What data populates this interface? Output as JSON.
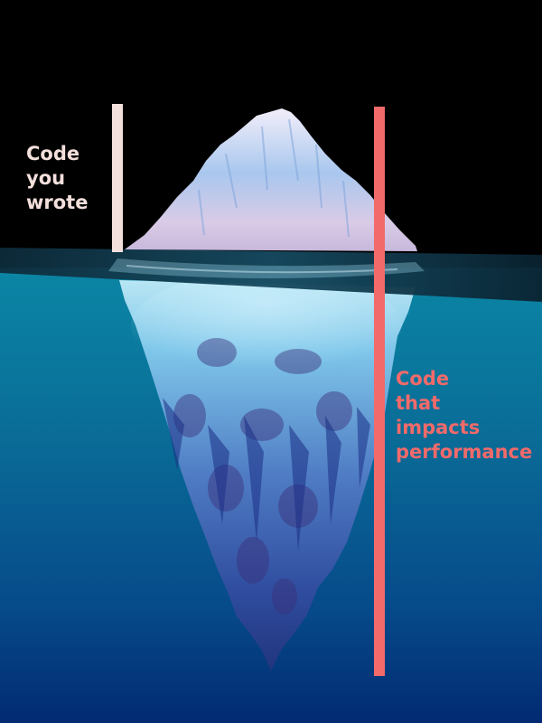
{
  "labels": {
    "above_water": [
      "Code",
      "you",
      "wrote"
    ],
    "below_water": [
      "Code",
      "that",
      "impacts",
      "performance"
    ]
  },
  "colors": {
    "sky": "#000000",
    "water_surface": "#0a7f9e",
    "water_deep": "#02307a",
    "above_water_marker": "#f3dfdb",
    "below_water_marker": "#f26a6a",
    "ice_light": "#e9e3f5",
    "ice_mid": "#8fb6e6",
    "ice_deep": "#3a4fa0"
  },
  "icons": {
    "illustration": "iceberg-icon"
  }
}
